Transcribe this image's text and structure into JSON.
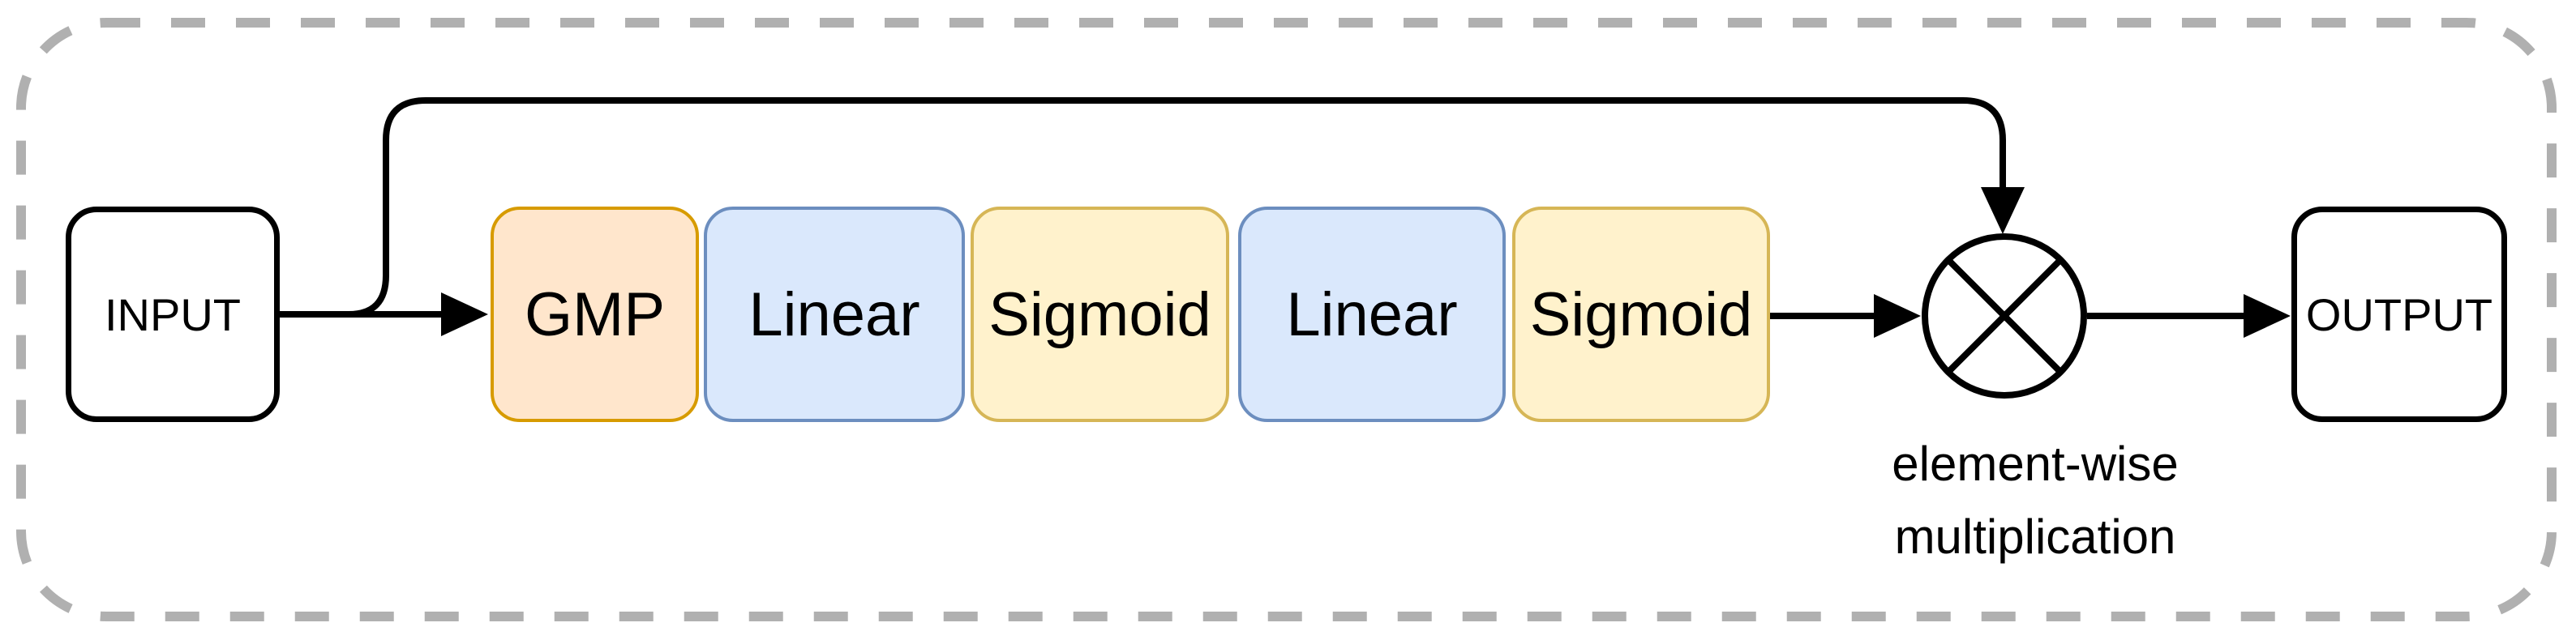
{
  "diagram": {
    "input": {
      "label": "INPUT"
    },
    "output": {
      "label": "OUTPUT"
    },
    "blocks": [
      {
        "id": "gmp",
        "label": "GMP",
        "fill": "#FFE6CC",
        "stroke": "#D79B00"
      },
      {
        "id": "linear-1",
        "label": "Linear",
        "fill": "#DAE8FC",
        "stroke": "#6C8EBF"
      },
      {
        "id": "sigmoid-1",
        "label": "Sigmoid",
        "fill": "#FFF2CC",
        "stroke": "#D6B656"
      },
      {
        "id": "linear-2",
        "label": "Linear",
        "fill": "#DAE8FC",
        "stroke": "#6C8EBF"
      },
      {
        "id": "sigmoid-2",
        "label": "Sigmoid",
        "fill": "#FFF2CC",
        "stroke": "#D6B656"
      }
    ],
    "multiply": {
      "icon": "circled-times-icon",
      "caption": "element-wise\nmultiplication"
    },
    "colors": {
      "connector_line": "#000000",
      "io_box_border": "#000000",
      "boundary_dash": "#b0b0b0",
      "background": "#ffffff"
    }
  }
}
